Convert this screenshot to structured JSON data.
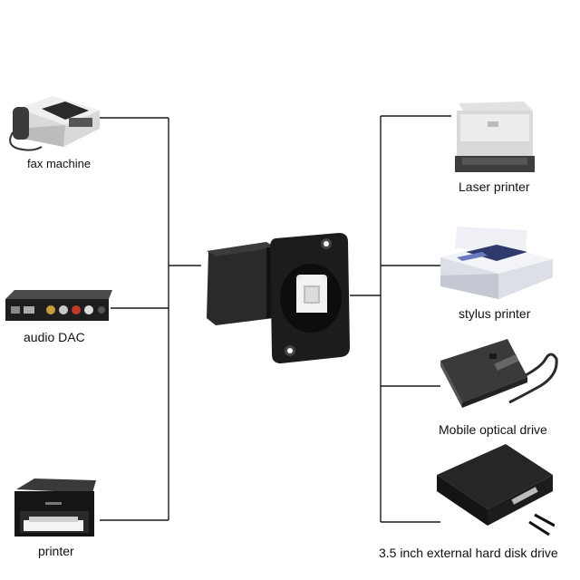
{
  "center": {
    "name": "USB-B panel-mount connector"
  },
  "left_devices": [
    {
      "label": "fax machine",
      "icon": "fax-machine-icon"
    },
    {
      "label": "audio DAC",
      "icon": "audio-dac-icon"
    },
    {
      "label": "printer",
      "icon": "printer-icon"
    }
  ],
  "right_devices": [
    {
      "label": "Laser printer",
      "icon": "laser-printer-icon"
    },
    {
      "label": "stylus printer",
      "icon": "stylus-printer-icon"
    },
    {
      "label": "Mobile optical drive",
      "icon": "optical-drive-icon"
    },
    {
      "label": "3.5 inch external hard disk drive",
      "icon": "hard-disk-icon"
    }
  ],
  "colors": {
    "line": "#1a1a1a",
    "connector": "#1c1c1c",
    "port": "#e6e6e6"
  }
}
